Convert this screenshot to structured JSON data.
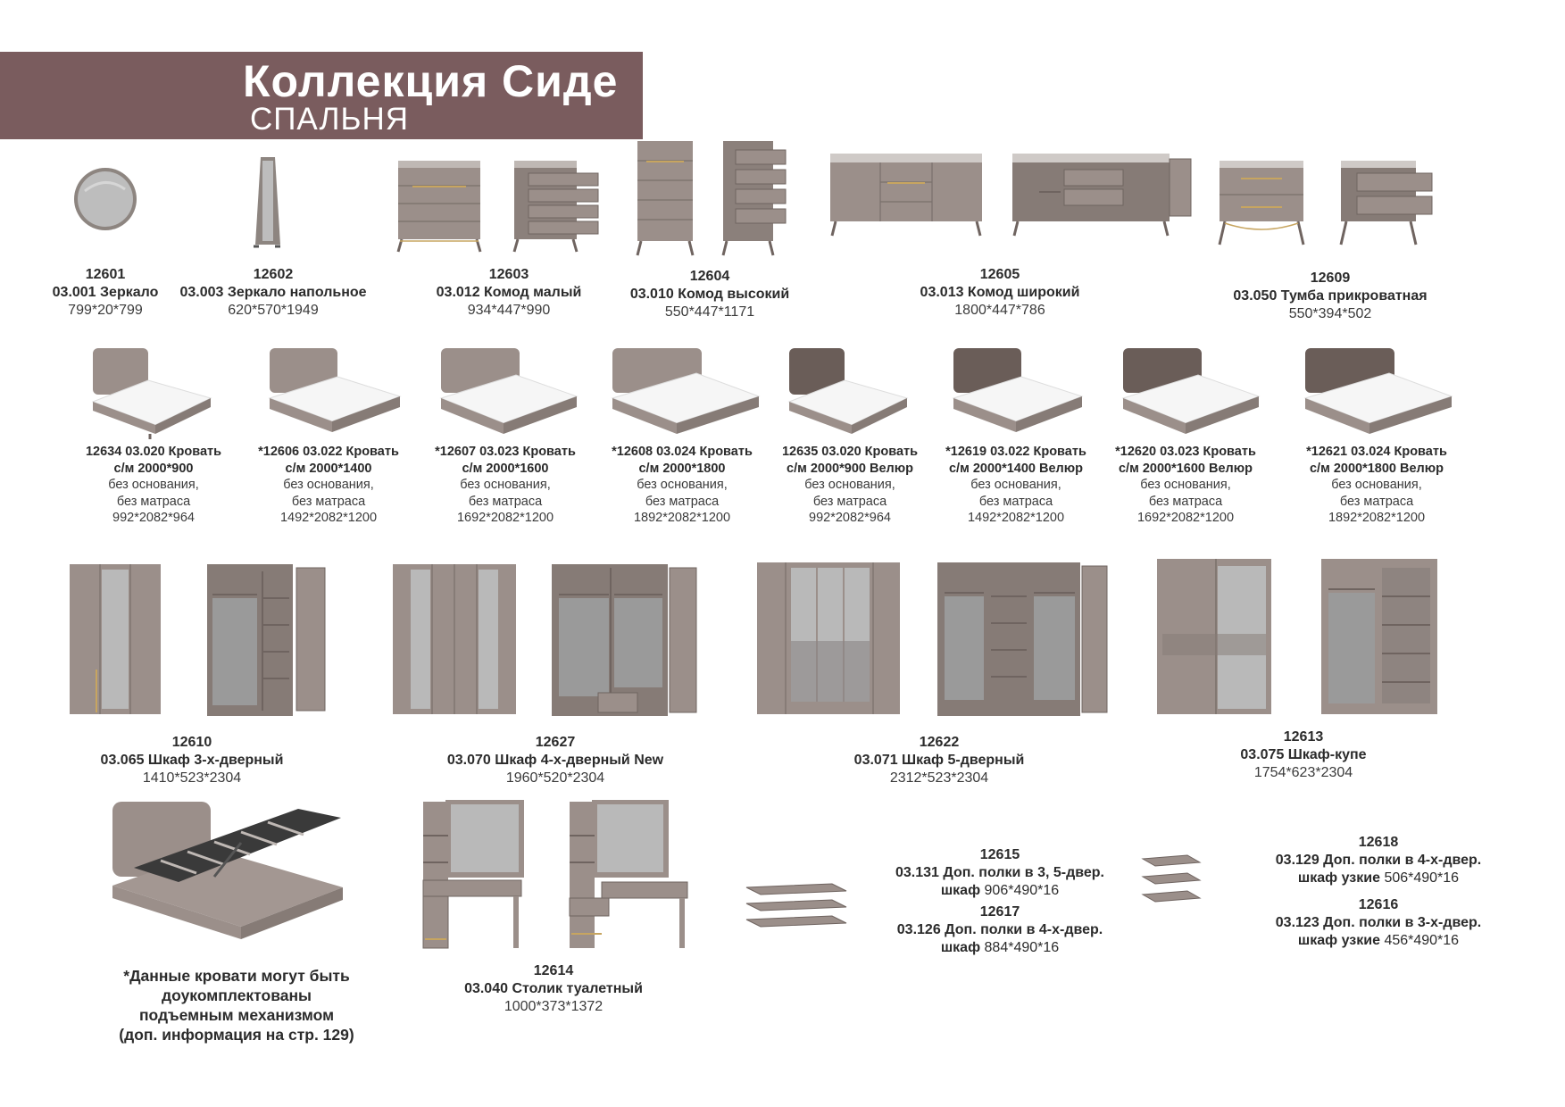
{
  "header": {
    "title": "Коллекция  Сиде",
    "subtitle": "СПАЛЬНЯ",
    "color": "#7a5c5e"
  },
  "colors": {
    "body": "#9b8f8a",
    "dark": "#6f6460",
    "gold": "#c7a560",
    "mattress": "#f6f6f6"
  },
  "row1": [
    {
      "code": "12601",
      "name": "03.001 Зеркало",
      "dim": "799*20*799",
      "icon": "round-mirror"
    },
    {
      "code": "12602",
      "name": "03.003 Зеркало напольное",
      "dim": "620*570*1949",
      "icon": "floor-mirror"
    },
    {
      "code": "12603",
      "name": "03.012 Комод малый",
      "dim": "934*447*990",
      "icon": "small-chest"
    },
    {
      "code": "12604",
      "name": "03.010 Комод высокий",
      "dim": "550*447*1171",
      "icon": "tall-chest"
    },
    {
      "code": "12605",
      "name": "03.013 Комод широкий",
      "dim": "1800*447*786",
      "icon": "wide-chest"
    },
    {
      "code": "12609",
      "name": "03.050 Тумба прикроватная",
      "dim": "550*394*502",
      "icon": "nightstand"
    }
  ],
  "beds": [
    {
      "l1": "12634 03.020 Кровать",
      "l2": "с/м 2000*900",
      "l3": "без основания,",
      "l4": "без матраса",
      "dim": "992*2082*964"
    },
    {
      "l1": "*12606 03.022 Кровать",
      "l2": "с/м 2000*1400",
      "l3": "без основания,",
      "l4": "без матраса",
      "dim": "1492*2082*1200"
    },
    {
      "l1": "*12607 03.023 Кровать",
      "l2": "с/м 2000*1600",
      "l3": "без основания,",
      "l4": "без матраса",
      "dim": "1692*2082*1200"
    },
    {
      "l1": "*12608 03.024 Кровать",
      "l2": "с/м 2000*1800",
      "l3": "без основания,",
      "l4": "без матраса",
      "dim": "1892*2082*1200"
    },
    {
      "l1": "12635 03.020 Кровать",
      "l2": "с/м 2000*900 Велюр",
      "l3": "без основания,",
      "l4": "без матраса",
      "dim": "992*2082*964"
    },
    {
      "l1": "*12619 03.022 Кровать",
      "l2": "с/м 2000*1400 Велюр",
      "l3": "без основания,",
      "l4": "без матраса",
      "dim": "1492*2082*1200"
    },
    {
      "l1": "*12620 03.023 Кровать",
      "l2": "с/м 2000*1600 Велюр",
      "l3": "без основания,",
      "l4": "без матраса",
      "dim": "1692*2082*1200"
    },
    {
      "l1": "*12621 03.024 Кровать",
      "l2": "с/м 2000*1800 Велюр",
      "l3": "без основания,",
      "l4": "без матраса",
      "dim": "1892*2082*1200"
    }
  ],
  "wardrobes": [
    {
      "code": "12610",
      "name": "03.065 Шкаф 3-х-дверный",
      "dim": "1410*523*2304"
    },
    {
      "code": "12627",
      "name": "03.070 Шкаф 4-х-дверный New",
      "dim": "1960*520*2304"
    },
    {
      "code": "12622",
      "name": "03.071 Шкаф 5-дверный",
      "dim": "2312*523*2304"
    },
    {
      "code": "12613",
      "name": "03.075 Шкаф-купе",
      "dim": "1754*623*2304"
    }
  ],
  "note": {
    "l1": "*Данные кровати могут быть",
    "l2": "доукомплектованы",
    "l3": "подъемным механизмом",
    "l4": "(доп. информация на стр. 129)"
  },
  "vanity": {
    "code": "12614",
    "name": "03.040 Столик туалетный",
    "dim": "1000*373*1372"
  },
  "shelves_left": [
    {
      "code": "12615",
      "name": "03.131 Доп. полки в 3, 5-двер.",
      "bold2": "шкаф",
      "dim": "906*490*16"
    },
    {
      "code": "12617",
      "name": "03.126 Доп. полки в 4-х-двер.",
      "bold2": "шкаф",
      "dim": "884*490*16"
    }
  ],
  "shelves_right": [
    {
      "code": "12618",
      "name": "03.129 Доп. полки в 4-х-двер.",
      "bold2": "шкаф узкие",
      "dim": "506*490*16"
    },
    {
      "code": "12616",
      "name": "03.123 Доп. полки в 3-х-двер.",
      "bold2": "шкаф узкие",
      "dim": "456*490*16"
    }
  ]
}
